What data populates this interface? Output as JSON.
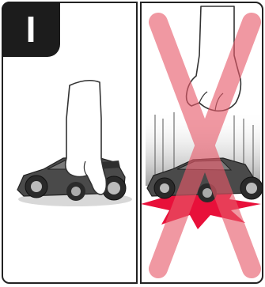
{
  "step": {
    "number": "I"
  },
  "panels": [
    {
      "id": "correct",
      "description_icon": "hand-pressing-car"
    },
    {
      "id": "incorrect",
      "description_icon": "hand-slamming-car",
      "cross_mark": true
    }
  ],
  "colors": {
    "border": "#222222",
    "badge": "#1c1c1c",
    "cross": "#e85a6a",
    "impact": "#e8103a",
    "hand_outline": "#333333"
  }
}
